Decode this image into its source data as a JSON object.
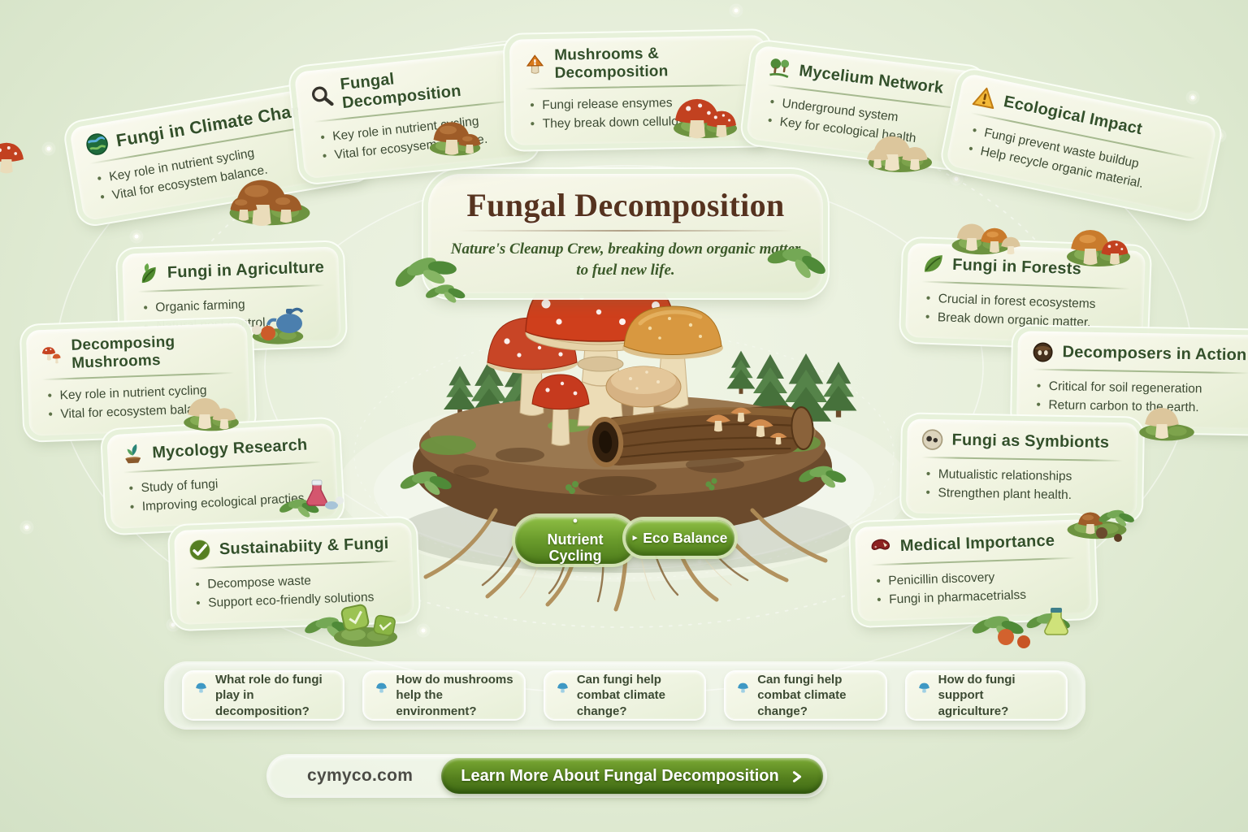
{
  "center": {
    "title": "Fungal Decomposition",
    "subtitle": "Nature's Cleanup Crew, breaking down organic matter to fuel new life.",
    "buttons": [
      {
        "label": "Nutrient Cycling",
        "marker": "●",
        "icon": "dot-marker"
      },
      {
        "label": "Eco Balance",
        "marker": "▸",
        "icon": "arrow-marker"
      }
    ]
  },
  "cards": [
    {
      "title": "Fungi in Climate Change",
      "icon": "globe-icon",
      "points": [
        "Key role in nutrient sycling",
        "Vital for ecosystem balance."
      ]
    },
    {
      "title": "Fungal Decomposition",
      "icon": "magnifier-icon",
      "points": [
        "Key role in nutrient cycling",
        "Vital for ecosysem balance."
      ]
    },
    {
      "title": "Mushrooms & Decomposition",
      "icon": "mushroom-alert-icon",
      "points": [
        "Fungi release ensymes",
        "They break down cellulose."
      ]
    },
    {
      "title": "Mycelium Network",
      "icon": "forest-icon",
      "points": [
        "Underground system",
        "Key for ecological health"
      ]
    },
    {
      "title": "Ecological Impact",
      "icon": "warning-icon",
      "points": [
        "Fungi prevent waste buildup",
        "Help recycle organic material."
      ]
    },
    {
      "title": "Fungi in Forests",
      "icon": "leaf-icon",
      "points": [
        "Crucial in forest ecosystems",
        "Break down organic matter."
      ]
    },
    {
      "title": "Decomposers in Action",
      "icon": "beetle-icon",
      "points": [
        "Critical for soil regeneration",
        "Return carbon to the earth."
      ]
    },
    {
      "title": "Fungi as Symbionts",
      "icon": "spores-icon",
      "points": [
        "Mutualistic relationships",
        "Strengthen plant health."
      ]
    },
    {
      "title": "Medical Importance",
      "icon": "medical-mushroom-icon",
      "points": [
        "Penicillin discovery",
        "Fungi in pharmacetrialss"
      ]
    },
    {
      "title": "Fungi in Agriculture",
      "icon": "sprout-leaf-icon",
      "points": [
        "Organic farming",
        "Natural pest control."
      ]
    },
    {
      "title": "Decomposing Mushrooms",
      "icon": "red-mushrooms-icon",
      "points": [
        "Key role in nutrient cycling",
        "Vital for ecosystem balance."
      ]
    },
    {
      "title": "Mycology Research",
      "icon": "sprout-dish-icon",
      "points": [
        "Study of fungi",
        "Improving ecological practies"
      ]
    },
    {
      "title": "Sustainabiity & Fungi",
      "icon": "eco-check-icon",
      "points": [
        "Decompose waste",
        "Support eco-friendly solutions"
      ]
    }
  ],
  "questions": {
    "icon": "blue-mushroom-icon",
    "items": [
      "What role do fungi play in decomposition?",
      "How do mushrooms help the environment?",
      "Can fungi help combat climate change?",
      "Can fungi help combat climate change?",
      "How do fungi support agriculture?"
    ]
  },
  "footer": {
    "site": "cymyco.com",
    "cta": "Learn More About Fungal Decomposition",
    "cta_icon": "chevron-right-icon"
  },
  "colors": {
    "background": "#e7efdb",
    "card_title_green": "#33502a",
    "center_title_brown": "#56331f",
    "accent_green": "#6b9c2c",
    "cta_green": "#55801e",
    "fly_agaric_red": "#cf3f1c"
  }
}
